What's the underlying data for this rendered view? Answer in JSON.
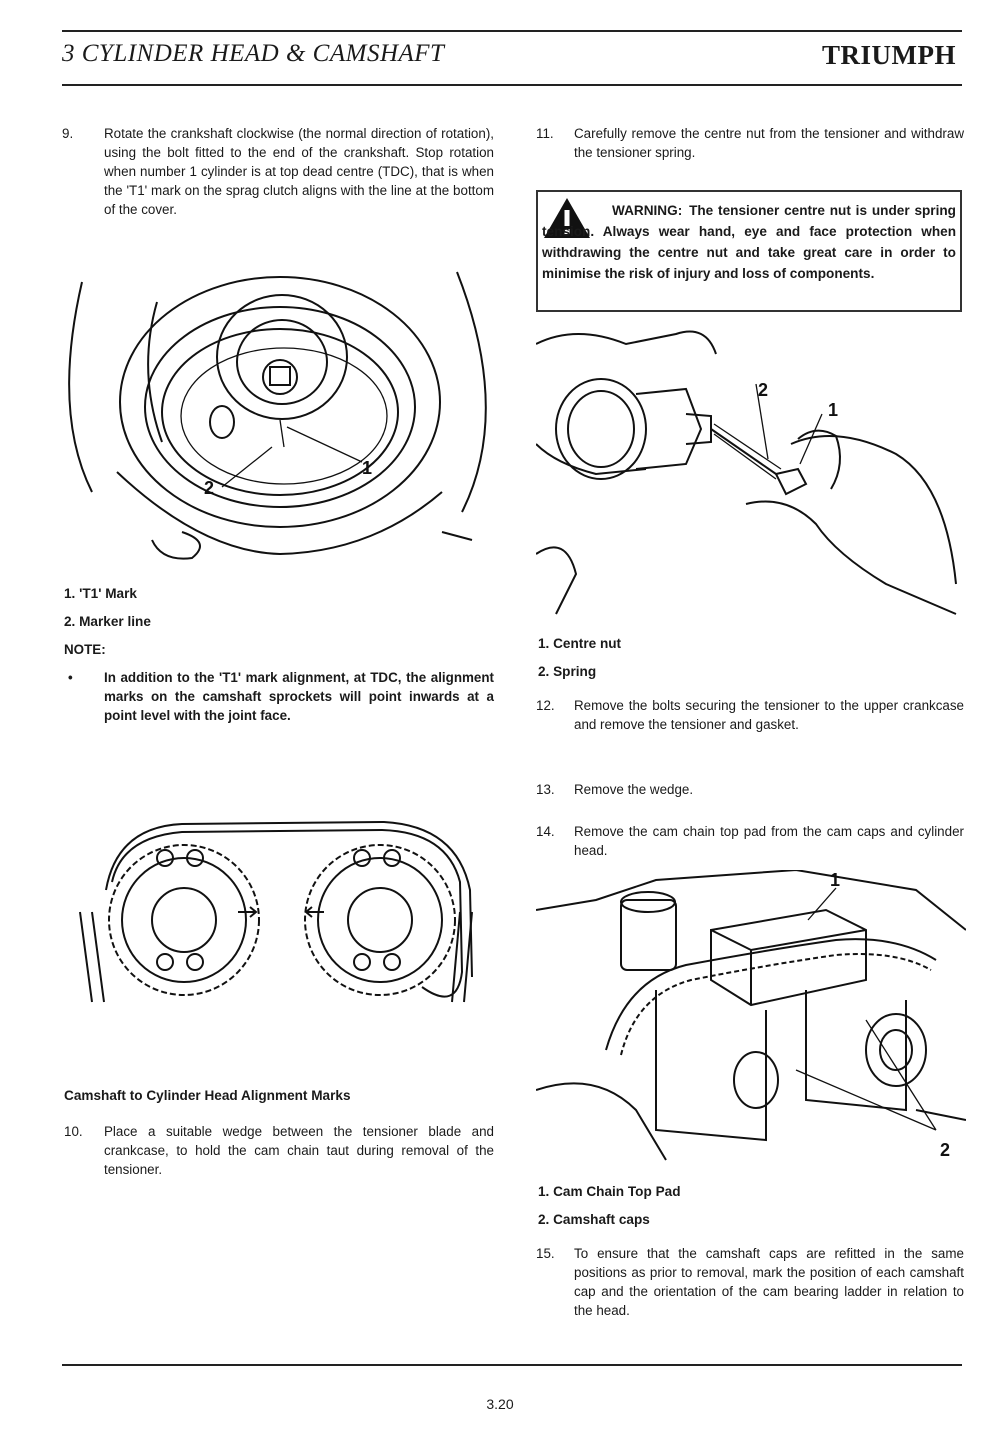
{
  "header": {
    "chapter_title": "3 CYLINDER HEAD & CAMSHAFT",
    "brand": "TRIUMPH"
  },
  "left": {
    "step9": {
      "num": "9.",
      "text": "Rotate the crankshaft clockwise (the normal direction of rotation), using the bolt fitted to the end of the crankshaft. Stop rotation when number 1 cylinder is at top dead centre (TDC), that is when the 'T1' mark on the sprag clutch aligns with the line at the bottom of the cover."
    },
    "fig1_callouts": [
      "1",
      "2"
    ],
    "fig1_caption": [
      "1. 'T1' Mark",
      "2. Marker line"
    ],
    "note_label": "NOTE:",
    "note_bullet": "•",
    "note_text": "In addition to the 'T1' mark alignment, at TDC, the alignment marks on the camshaft sprockets will point inwards at a point level with the joint face.",
    "fig2_heading": "Camshaft to Cylinder Head Alignment Marks",
    "step10": {
      "num": "10.",
      "text": "Place a suitable wedge between the tensioner blade and crankcase, to hold the cam chain taut during removal of the tensioner."
    }
  },
  "right": {
    "step11": {
      "num": "11.",
      "text": "Carefully remove the centre nut from the tensioner and withdraw the tensioner spring."
    },
    "warning": {
      "label": "WARNING:",
      "text": "The tensioner centre nut is under spring tension. Always wear hand, eye and face protection when withdrawing the centre nut and take great care in order to minimise the risk of injury and loss of components."
    },
    "fig3_callouts": [
      "2",
      "1"
    ],
    "fig3_caption": [
      "1. Centre nut",
      "2. Spring"
    ],
    "step12": {
      "num": "12.",
      "text": "Remove the bolts securing the tensioner to the upper crankcase and remove the tensioner and gasket."
    },
    "step13": {
      "num": "13.",
      "text": "Remove the wedge."
    },
    "step14": {
      "num": "14.",
      "text": "Remove the cam chain top pad from the cam caps and cylinder head."
    },
    "fig4_callouts": [
      "1",
      "2"
    ],
    "fig4_caption": [
      "1. Cam Chain Top Pad",
      "2. Camshaft caps"
    ],
    "step15": {
      "num": "15.",
      "text": "To ensure that the camshaft caps are refitted in the same positions as prior to removal, mark the position of each camshaft cap and the orientation of the cam bearing ladder in relation to the head."
    }
  },
  "footer": {
    "page_number": "3.20"
  }
}
